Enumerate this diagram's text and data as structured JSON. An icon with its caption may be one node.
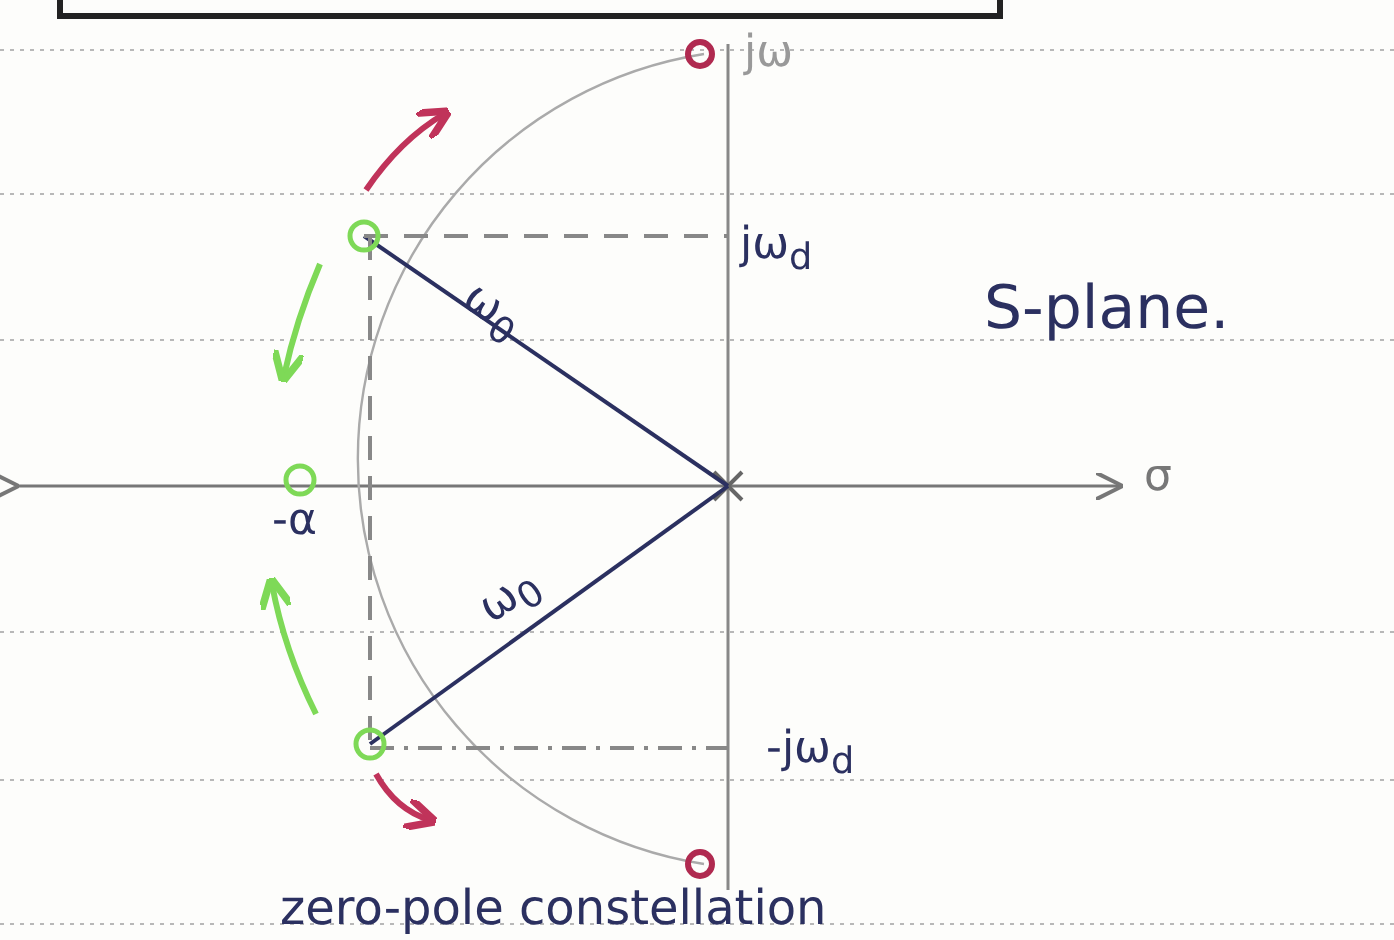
{
  "diagram": {
    "labels": [
      "jω",
      "jω$_{d}$",
      "S-plane.",
      "ω$_{0}$",
      "-α",
      "σ",
      "ω$_{0}$",
      "-jω$_{d}$",
      "zero-pole constellation"
    ]
  }
}
